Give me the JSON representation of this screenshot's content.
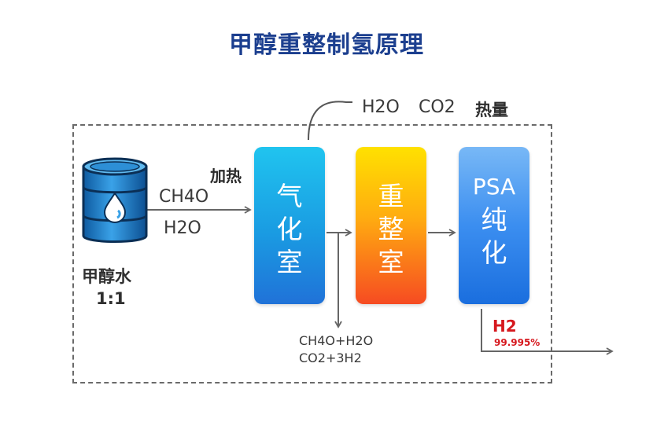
{
  "title": "甲醇重整制氢原理",
  "input": {
    "heat_label": "加热",
    "line1": "CH4O",
    "line2": "H2O",
    "barrel_label_1": "甲醇水",
    "barrel_label_2": "1:1"
  },
  "exhaust": {
    "h2o": "H2O",
    "co2": "CO2",
    "heat": "热量"
  },
  "boxes": [
    {
      "chars": [
        "气",
        "化",
        "室"
      ]
    },
    {
      "chars": [
        "重",
        "整",
        "室"
      ]
    },
    {
      "chars": [
        "PSA",
        "纯",
        "化"
      ]
    }
  ],
  "reaction": {
    "line1": "CH4O+H2O",
    "line2": "CO2+3H2"
  },
  "output": {
    "gas": "H2",
    "purity": "99.995%"
  },
  "colors": {
    "title": "#1c3f8f",
    "hydrogen": "#d6181e",
    "barrel": "#1a80c8"
  }
}
